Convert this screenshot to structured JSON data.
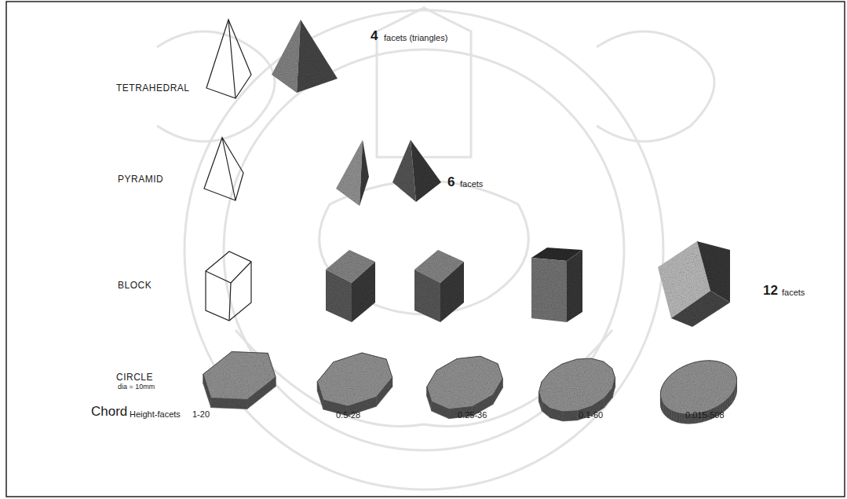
{
  "diagram": {
    "labels": [
      "TETRAHEDRAL",
      "4",
      "facets (triangles)",
      "PYRAMID",
      "6",
      "facets",
      "BLOCK",
      "12",
      "facets",
      "CIRCLE",
      "dia = 10mm",
      "Chord",
      "Height-facets",
      "1-20",
      "0.5-28",
      "0.25-36",
      "0.1-60",
      "0.015-508"
    ]
  }
}
